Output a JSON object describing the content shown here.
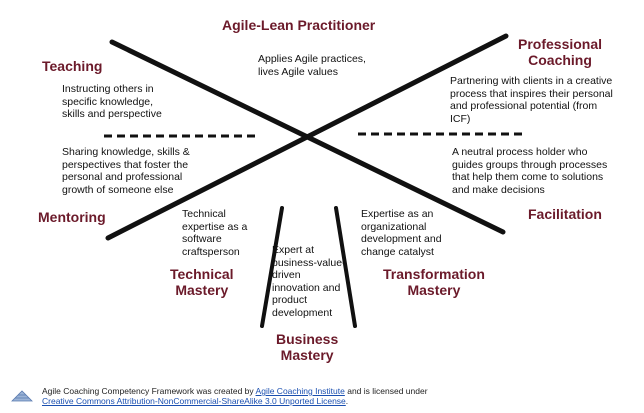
{
  "diagram": {
    "agile_lean": {
      "title": "Agile-Lean Practitioner",
      "desc": "Applies Agile practices,\nlives Agile values"
    },
    "professional_coaching": {
      "title": "Professional\nCoaching",
      "desc": "Partnering with clients in a creative\nprocess that inspires their personal\nand professional potential (from\nICF)"
    },
    "teaching": {
      "title": "Teaching",
      "desc": "Instructing others in\nspecific knowledge,\nskills and perspective"
    },
    "mentoring": {
      "title": "Mentoring",
      "desc": "Sharing knowledge, skills &\nperspectives that foster the\npersonal and professional\ngrowth of someone else"
    },
    "facilitation": {
      "title": "Facilitation",
      "desc": "A neutral process holder who\nguides groups through processes\nthat help them come to solutions\nand make decisions"
    },
    "technical_mastery": {
      "title": "Technical\nMastery",
      "desc": "Technical\nexpertise as a\nsoftware\ncraftsperson"
    },
    "business_mastery": {
      "title": "Business\nMastery",
      "desc": "Expert at\nbusiness-value-\ndriven\ninnovation and\nproduct\ndevelopment"
    },
    "transformation_mastery": {
      "title": "Transformation\nMastery",
      "desc": "Expertise as an\norganizational\ndevelopment and\nchange catalyst"
    }
  },
  "footer": {
    "text_before": "Agile Coaching Competency Framework was created by ",
    "institute_link": "Agile Coaching Institute",
    "text_after": " and is licensed under",
    "license_link": "Creative Commons Attribution-NonCommercial-ShareAlike 3.0 Unported License",
    "end": "."
  },
  "colors": {
    "heading": "#6b1a2a",
    "line": "#111111",
    "link": "#1a4fb0"
  }
}
